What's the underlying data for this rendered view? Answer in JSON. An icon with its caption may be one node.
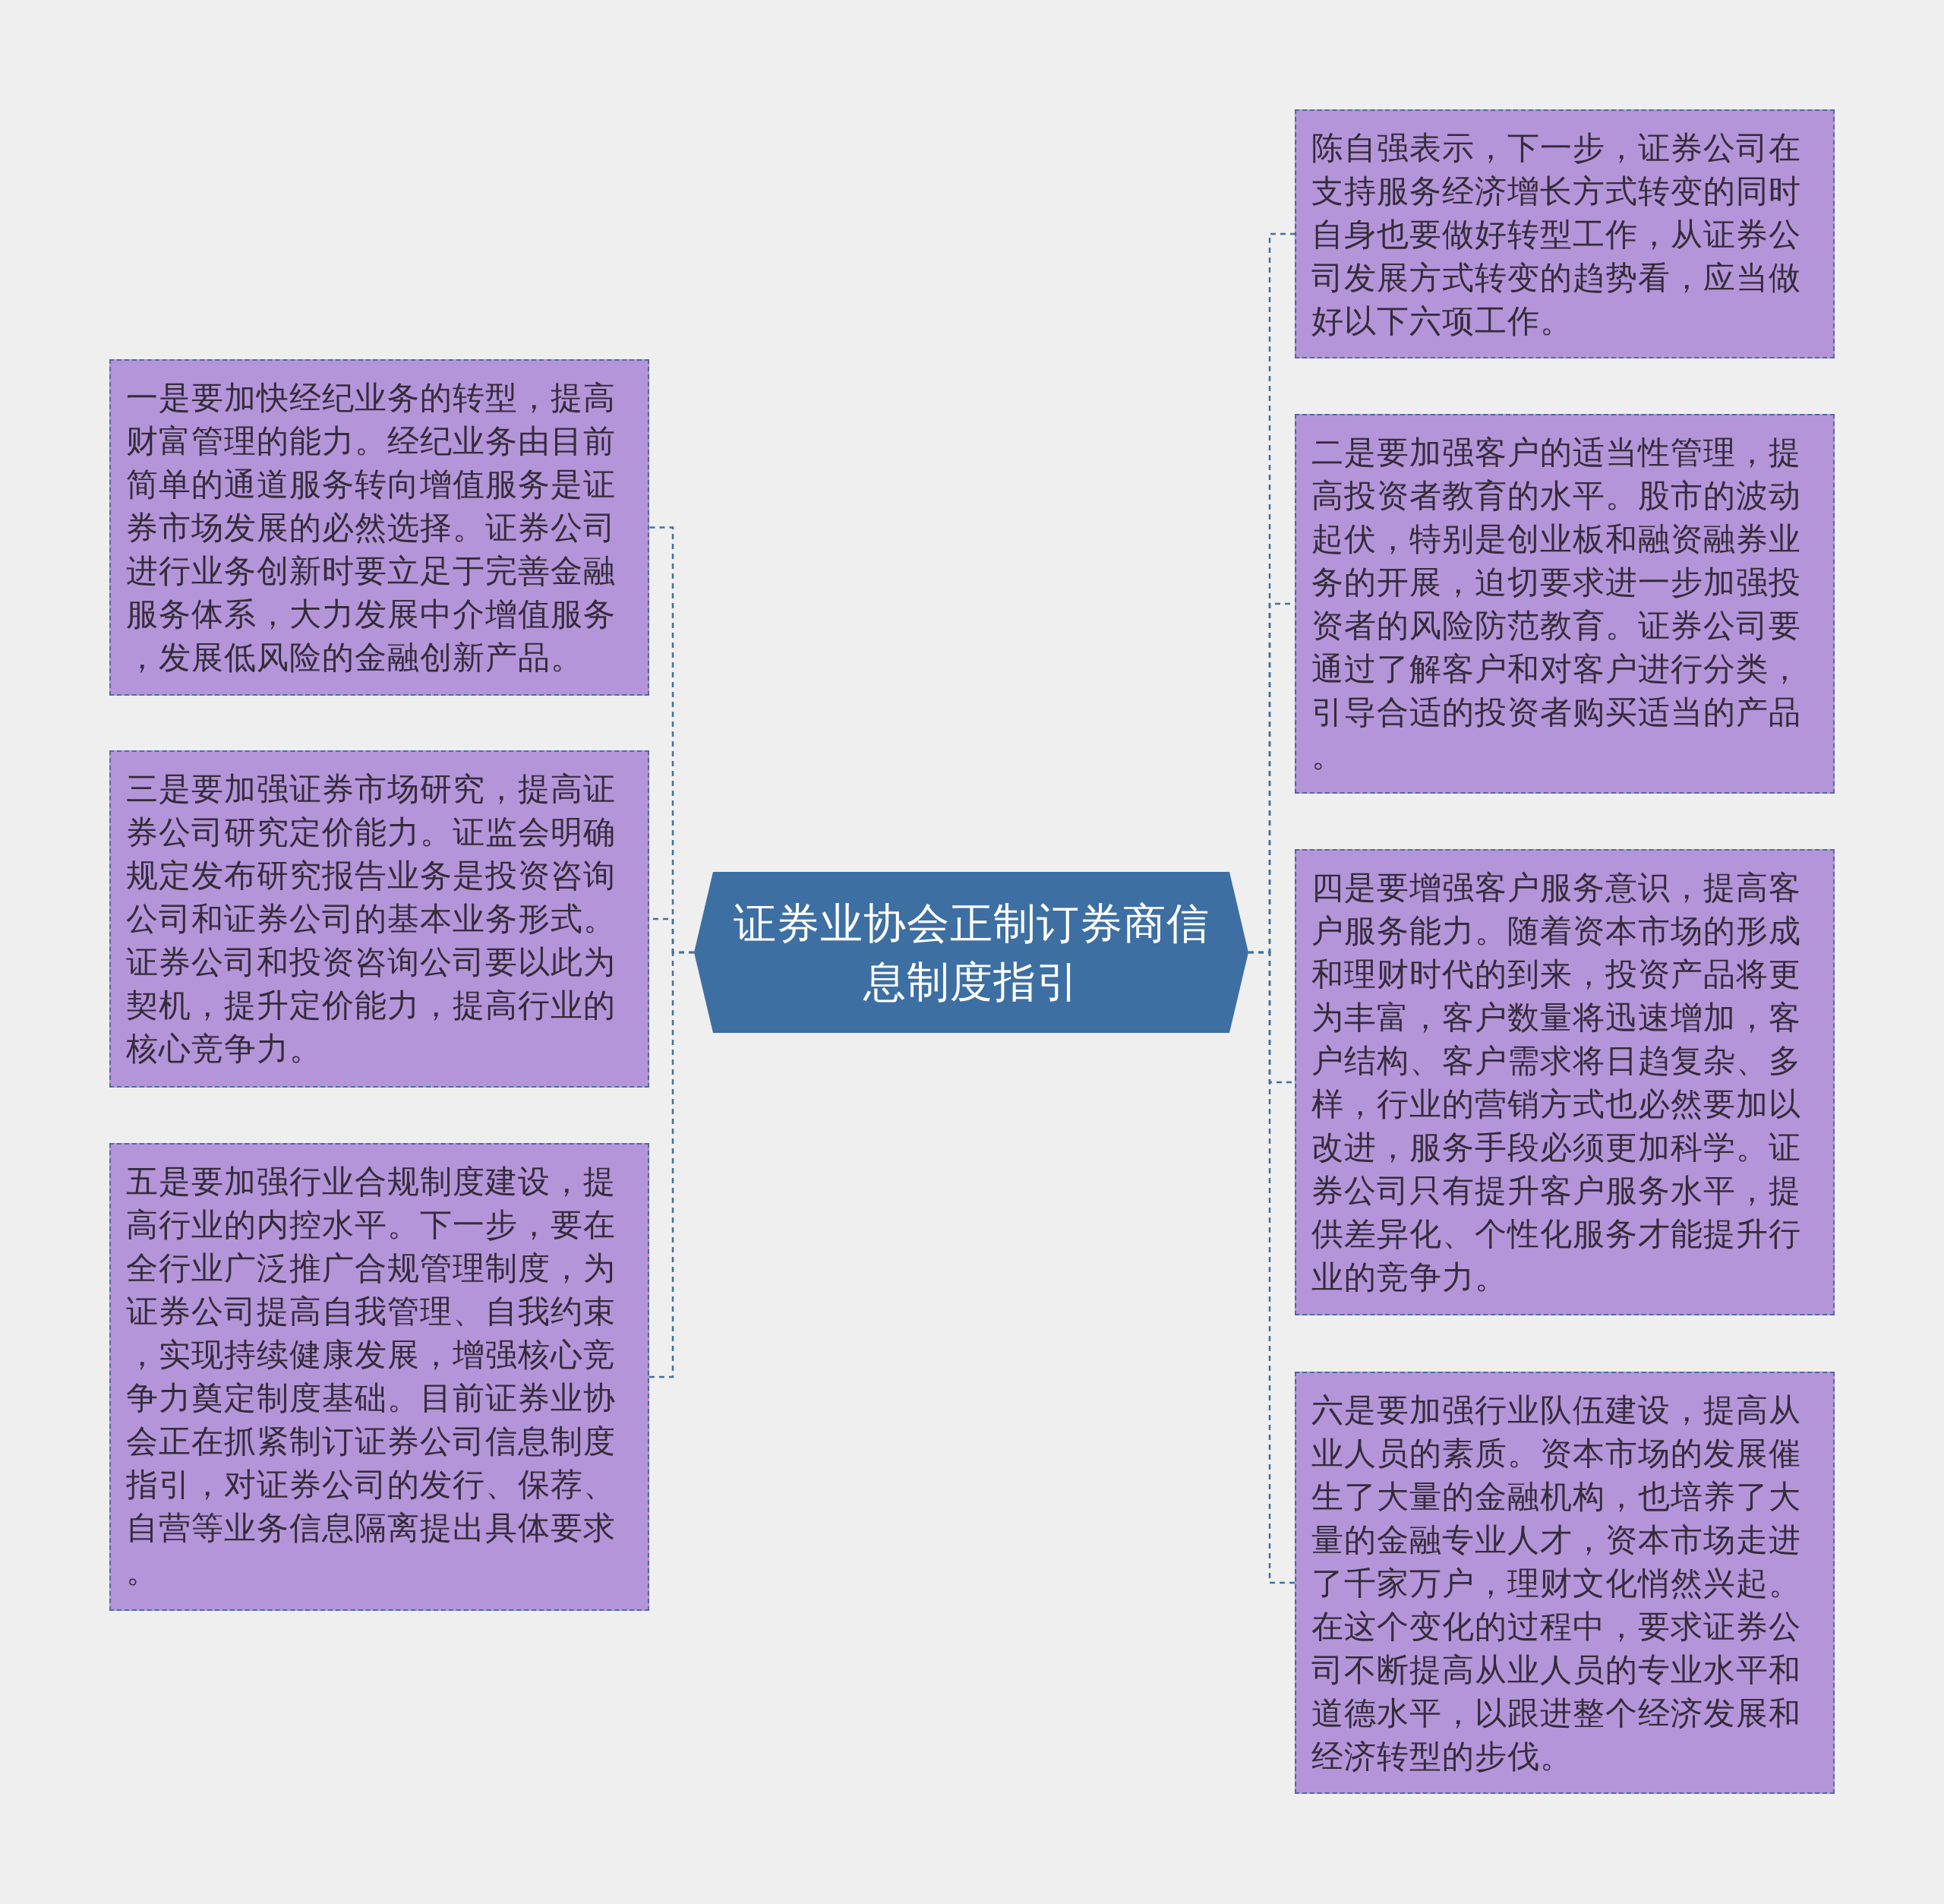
{
  "diagram": {
    "nodes": [
      {
        "text": [
          "证券业协会正制订券商信息制度指引"
        ]
      },
      {
        "text": [
          "陈自强表示，下一步，证券公司在支持服务经济增长方式转变的同时自身也要做好转型工作，从证券公司发展方式转变的趋势看，应当做好以下六项工作。"
        ]
      },
      {
        "text": [
          "一是要加快经纪业务的转型，提高财富管理的能力。经纪业务由目前简单的通道服务转向增值服务是证券市场发展的必然选择。证券公司进行业务创新时要立足于完善金融服务体系，大力发展中介增值服务，发展低风险的金融创新产品。"
        ]
      },
      {
        "text": [
          "二是要加强客户的适当性管理，提高投资者教育的水平。股市的波动起伏，特别是创业板和融资融券业务的开展，迫切要求进一步加强投资者的风险防范教育。证券公司要通过了解客户和对客户进行分类，引导合适的投资者购买适当的产品。"
        ]
      },
      {
        "text": [
          "三是要加强证券市场研究，提高证券公司研究定价能力。证监会明确规定发布研究报告业务是投资咨询公司和证券公司的基本业务形式。证券公司和投资咨询公司要以此为契机，提升定价能力，提高行业的核心竞争力。"
        ]
      },
      {
        "text": [
          "四是要增强客户服务意识，提高客户服务能力。随着资本市场的形成和理财时代的到来，投资产品将更为丰富，客户数量将迅速增加，客户结构、客户需求将日趋复杂、多样，行业的营销方式也必然要加以改进，服务手段必须更加科学。证券公司只有提升客户服务水平，提供差异化、个性化服务才能提升行业的竞争力。"
        ]
      },
      {
        "text": [
          "五是要加强行业合规制度建设，提高行业的内控水平。下一步，要在全行业广泛推广合规管理制度，为证券公司提高自我管理、自我约束，实现持续健康发展，增强核心竞争力奠定制度基础。目前证券业协会正在抓紧制订证券公司信息制度指引，对证券公司的发行、保荐、自营等业务信息隔离提出具体要求。"
        ]
      },
      {
        "text": [
          "六是要加强行业队伍建设，提高从业人员的素质。资本市场的发展催生了大量的金融机构，也培养了大量的金融专业人才，资本市场走进了千家万户，理财文化悄然兴起。在这个变化的过程中，要求证券公司不断提高从业人员的专业水平和道德水平，以跟进整个经济发展和经济转型的步伐。"
        ]
      }
    ],
    "edges": [
      {
        "from": 0,
        "to": 1,
        "arrow": "none",
        "style": "dashed"
      },
      {
        "from": 0,
        "to": 2,
        "arrow": "none",
        "style": "dashed"
      },
      {
        "from": 0,
        "to": 3,
        "arrow": "none",
        "style": "dashed"
      },
      {
        "from": 0,
        "to": 4,
        "arrow": "none",
        "style": "dashed"
      },
      {
        "from": 0,
        "to": 5,
        "arrow": "none",
        "style": "dashed"
      },
      {
        "from": 0,
        "to": 6,
        "arrow": "none",
        "style": "dashed"
      },
      {
        "from": 0,
        "to": 7,
        "arrow": "none",
        "style": "dashed"
      }
    ]
  }
}
